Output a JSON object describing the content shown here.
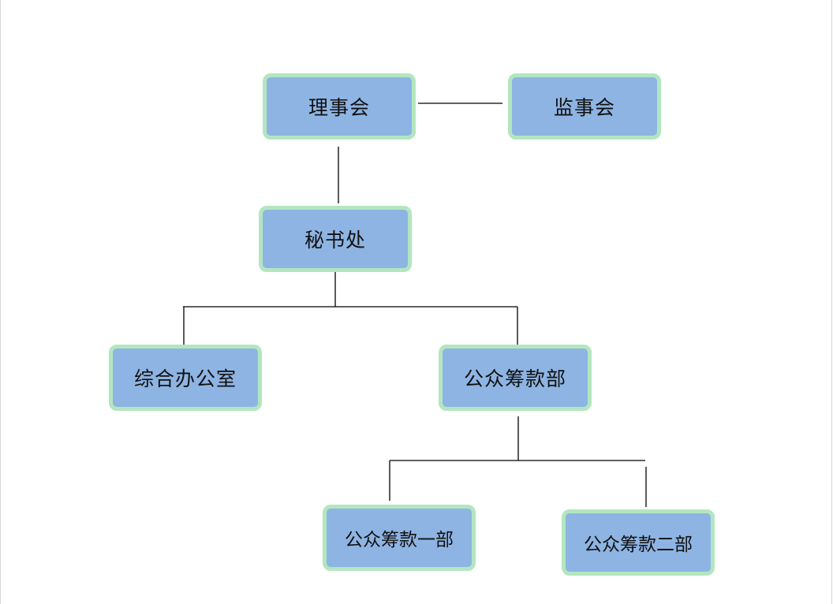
{
  "diagram": {
    "colors": {
      "box_fill": "#8eb4e3",
      "box_border": "#b3e6c0",
      "line": "#000000"
    },
    "nodes": {
      "board": "理事会",
      "supervisors": "监事会",
      "secretariat": "秘书处",
      "general_office": "综合办公室",
      "fundraising": "公众筹款部",
      "fundraising_one": "公众筹款一部",
      "fundraising_two": "公众筹款二部"
    }
  }
}
